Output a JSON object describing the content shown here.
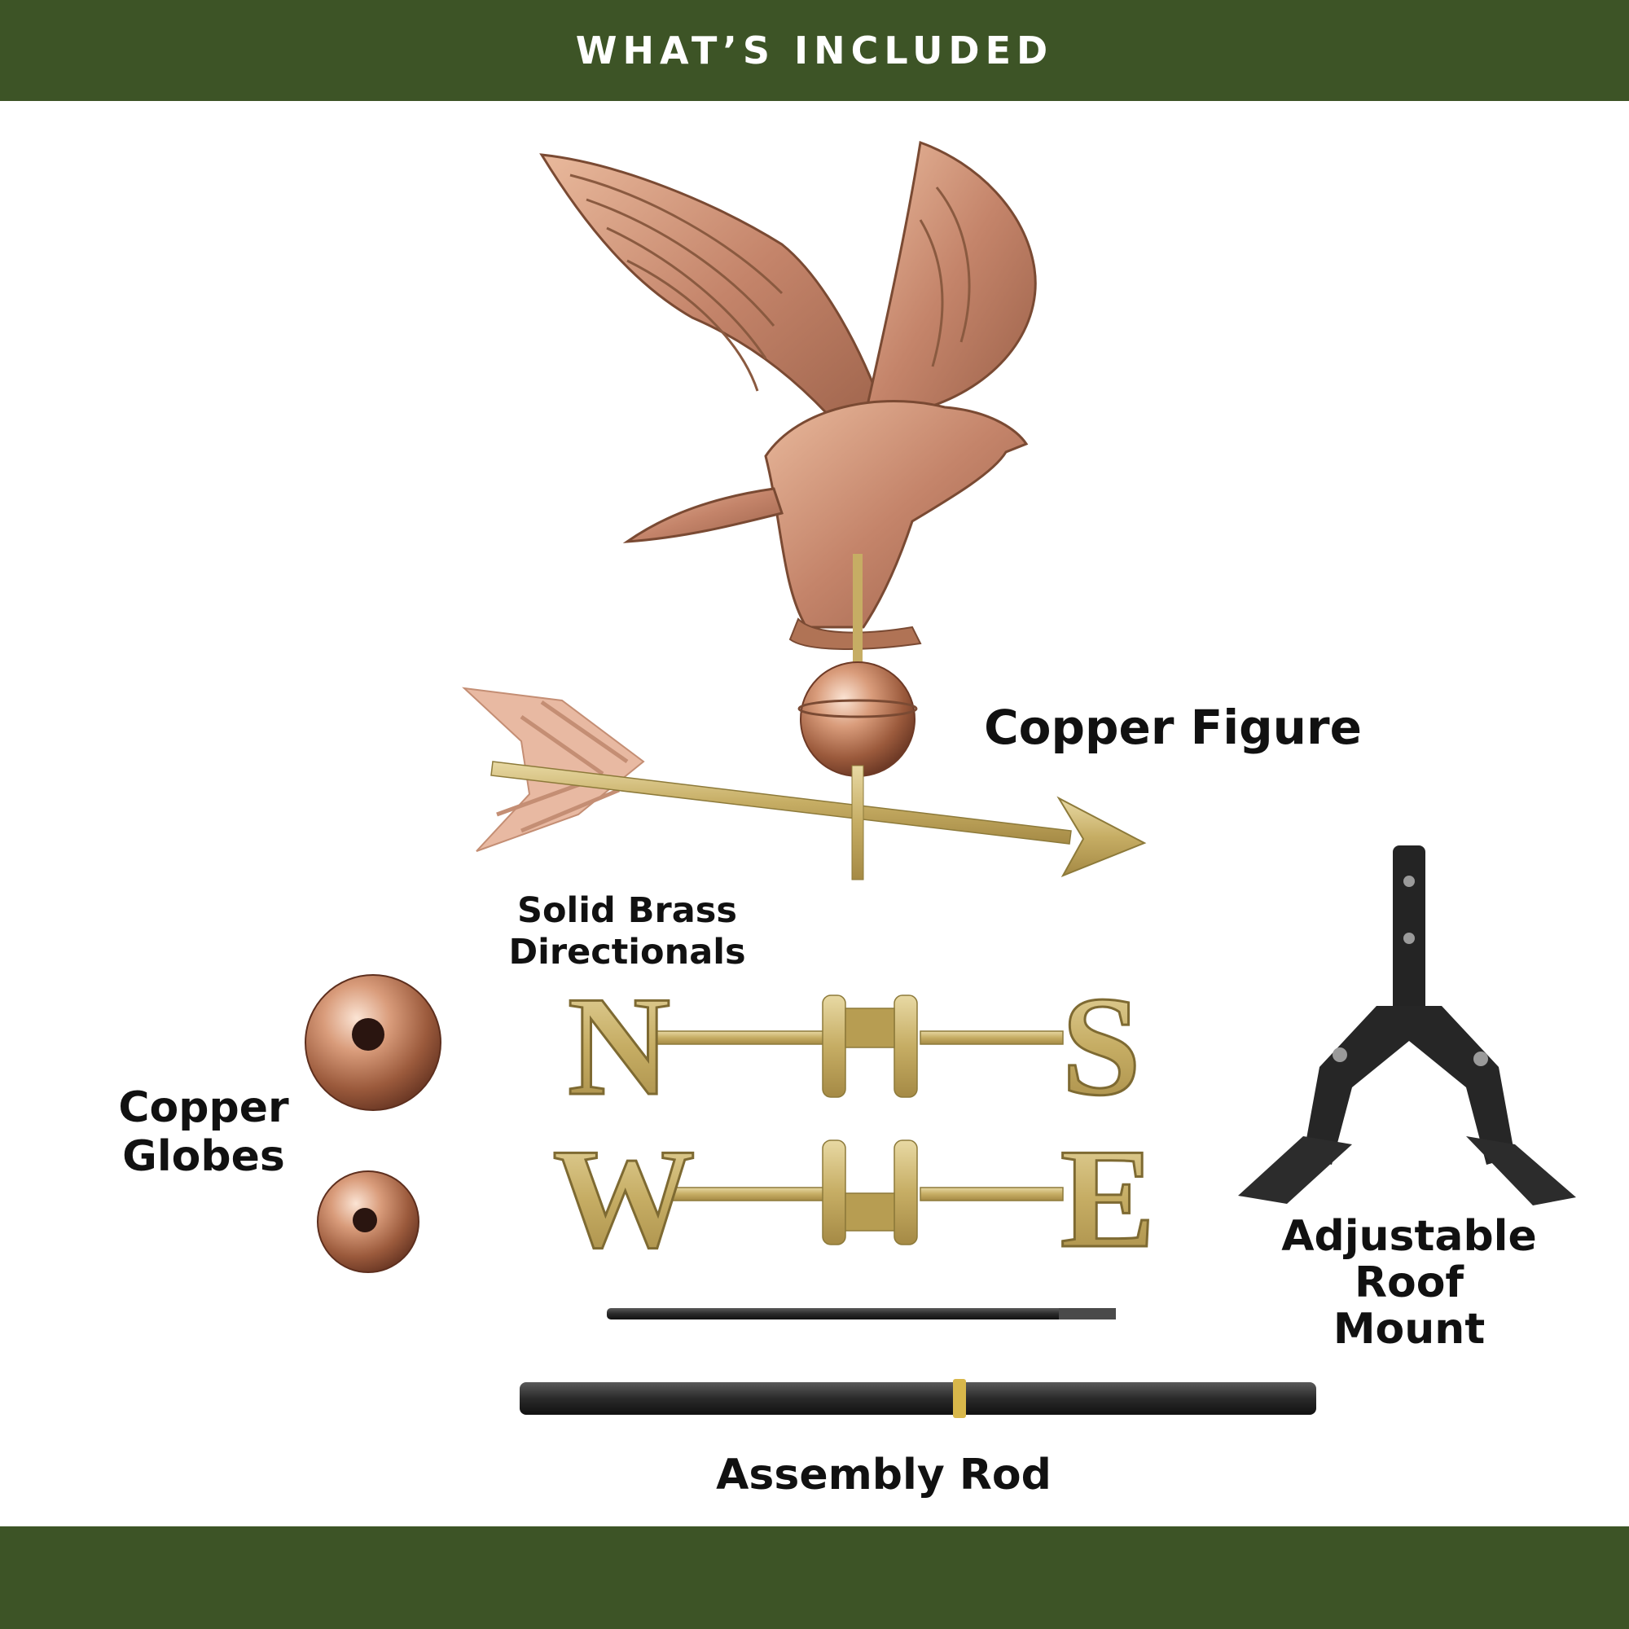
{
  "header": {
    "title": "WHAT’S INCLUDED"
  },
  "labels": {
    "copper_figure": "Copper Figure",
    "solid_brass_line1": "Solid Brass",
    "solid_brass_line2": "Directionals",
    "copper_globes_line1": "Copper",
    "copper_globes_line2": "Globes",
    "roof_mount_line1": "Adjustable",
    "roof_mount_line2": "Roof",
    "roof_mount_line3": "Mount",
    "assembly_rod": "Assembly Rod"
  },
  "directionals": {
    "north": "N",
    "south": "S",
    "west": "W",
    "east": "E"
  },
  "colors": {
    "band": "#3d5426",
    "copper": "#c98f6e",
    "brass": "#c9b06a",
    "black": "#1e1e1e"
  }
}
